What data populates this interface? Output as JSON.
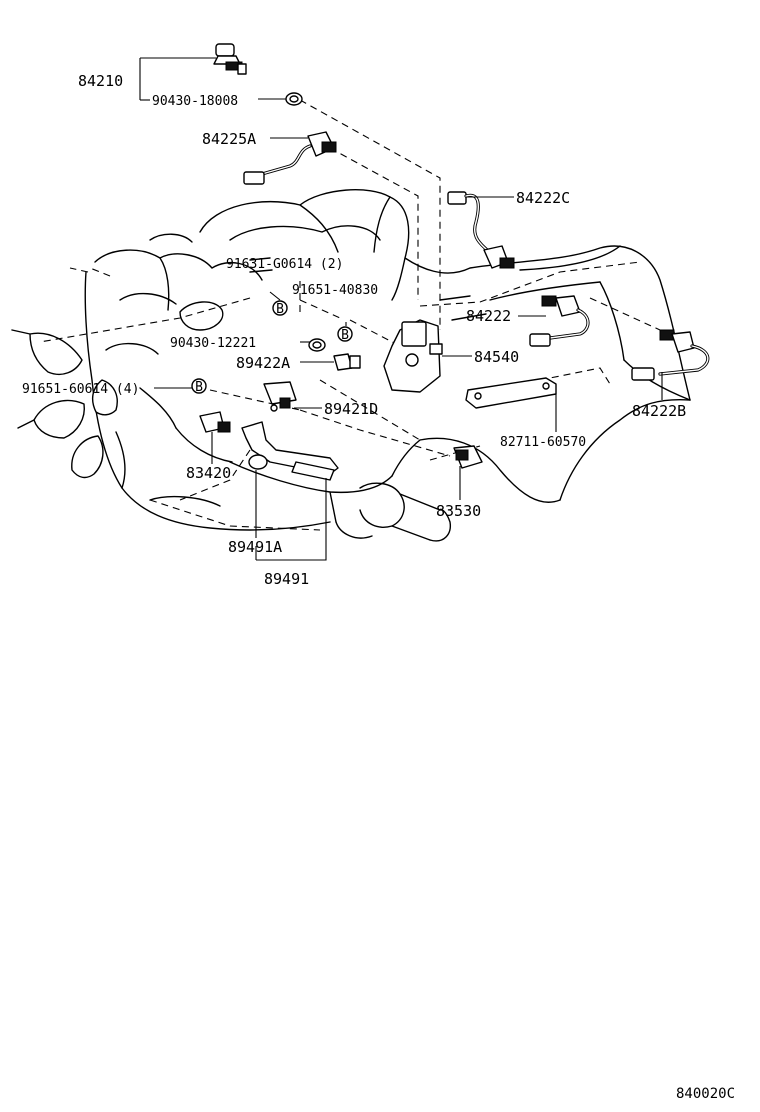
{
  "diagram_code": "840020C",
  "labels": {
    "p84210": "84210",
    "p90430_18008": "90430-18008",
    "p84225A": "84225A",
    "p84222C": "84222C",
    "p91631": "91631-G0614 (2)",
    "p91651_40830": "91651-40830",
    "p84222": "84222",
    "p90430_12221": "90430-12221",
    "p84540": "84540",
    "p89422A": "89422A",
    "p91651_60614": "91651-60614 (4)",
    "p89421D": "89421D",
    "p84222B": "84222B",
    "p82711": "82711-60570",
    "p83420": "83420",
    "p83530": "83530",
    "p89491A": "89491A",
    "p89491": "89491"
  },
  "markers": {
    "bolt_b": "B"
  }
}
